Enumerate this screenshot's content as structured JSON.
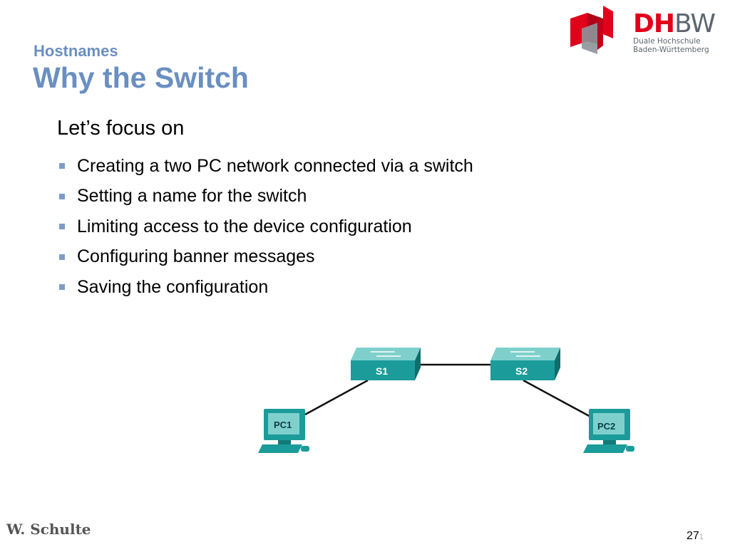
{
  "logo": {
    "dh": "DH",
    "bw": "BW",
    "line1": "Duale Hochschule",
    "line2": "Baden-Württemberg",
    "red": "#e2001a",
    "grey": "#5d6670"
  },
  "header": {
    "subtitle": "Hostnames",
    "title": "Why the Switch",
    "color": "#6a8fc0"
  },
  "content": {
    "intro": "Let’s focus on",
    "bullets": [
      "Creating a two PC network connected via a switch",
      "Setting a name for the switch",
      "Limiting access to the device configuration",
      "Configuring banner messages",
      "Saving the configuration"
    ]
  },
  "diagram": {
    "switches": [
      "S1",
      "S2"
    ],
    "pcs": [
      "PC1",
      "PC2"
    ],
    "device_color": "#1b9c9a"
  },
  "footer": {
    "author": "W.  Schulte",
    "page": "27",
    "page_suffix": "1"
  }
}
